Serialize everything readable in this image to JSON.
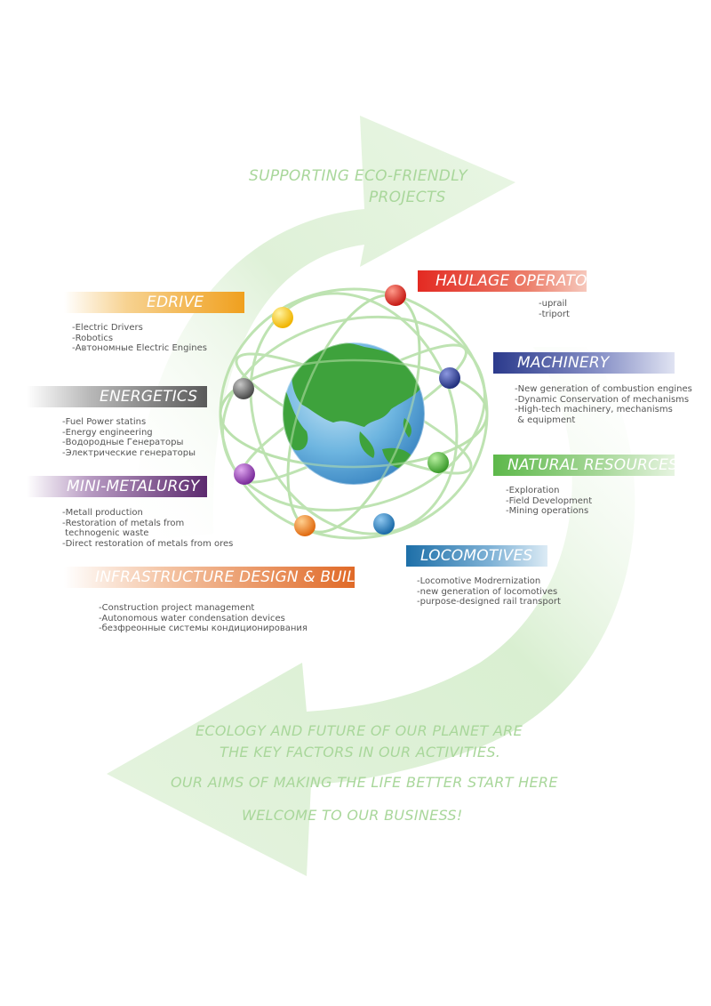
{
  "slogan_top": [
    "SUPPORTING ECO-FRIENDLY",
    "PROJECTS"
  ],
  "slogan_bottom": [
    "ECOLOGY AND FUTURE OF OUR PLANET ARE",
    "THE KEY FACTORS IN OUR ACTIVITIES.",
    "OUR AIMS OF MAKING THE LIFE BETTER START HERE",
    "WELCOME TO OUR BUSINESS!"
  ],
  "sections": {
    "edrive": {
      "title": "EDRIVE",
      "color": "#f0a01e",
      "items": [
        "-Electric Drivers",
        "-Robotics",
        "-Автономные Electric Engines"
      ]
    },
    "energetics": {
      "title": "ENERGETICS",
      "color": "#5a5a5a",
      "items": [
        "-Fuel Power statins",
        "-Energy engineering",
        "-Водородные Генераторы",
        "-Электрические генераторы"
      ]
    },
    "mini_metalurgy": {
      "title": "MINI-METALURGY",
      "color": "#5c2a6e",
      "items": [
        "-Metall production",
        "-Restoration of metals from",
        " technogenic waste",
        "-Direct restoration of metals from ores"
      ]
    },
    "infrastructure": {
      "title": "INFRASTRUCTURE DESIGN & BUILDING",
      "color": "#e06a28",
      "items": [
        "-Construction project management",
        "-Autonomous water condensation devices",
        "-безфреонные системы кондиционирования"
      ]
    },
    "haulage": {
      "title": "HAULAGE OPERATOR",
      "color": "#e32a22",
      "items": [
        "-uprail",
        "-triport"
      ]
    },
    "machinery": {
      "title": "MACHINERY",
      "color": "#2b3a8c",
      "items": [
        "-New generation of combustion engines",
        "-Dynamic Conservation of mechanisms",
        "-High-tech machinery, mechanisms",
        " & equipment"
      ]
    },
    "natural": {
      "title": "NATURAL RESOURCES",
      "color": "#5db84a",
      "items": [
        "-Exploration",
        "-Field Development",
        "-Mining operations"
      ]
    },
    "locomotives": {
      "title": "LOCOMOTIVES",
      "color": "#1d6fa8",
      "items": [
        "-Locomotive Modrernization",
        "-new generation of locomotives",
        "-purpose-designed rail transport"
      ]
    }
  },
  "colors": {
    "arrow": "#d8efd0",
    "ring": "#b5dfa8",
    "globe_ocean": "#5aa8d8",
    "globe_land": "#3aa03a"
  }
}
